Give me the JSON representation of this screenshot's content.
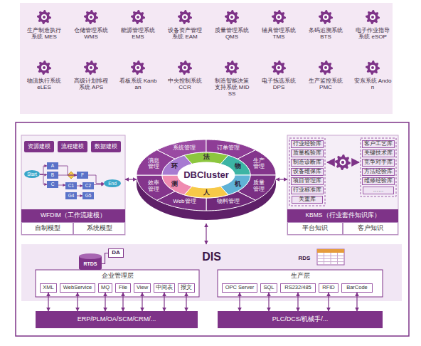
{
  "diagram": {
    "nodes": [
      {
        "text": [
          "生产制造执行系统 MES"
        ]
      },
      {
        "text": [
          "仓储管理系统 WMS"
        ]
      },
      {
        "text": [
          "能源管理系统 EMS"
        ]
      },
      {
        "text": [
          "设备资产管理系统 EAM"
        ]
      },
      {
        "text": [
          "质量管理系统 QMS"
        ]
      },
      {
        "text": [
          "辅具管理系统 TMS"
        ]
      },
      {
        "text": [
          "条码追溯系统 BTS"
        ]
      },
      {
        "text": [
          "电子作业指导系统 eSOP"
        ]
      },
      {
        "text": [
          "物流执行系统 eLES"
        ]
      },
      {
        "text": [
          "高级计划排程系统 APS"
        ]
      },
      {
        "text": [
          "看板系统 Kanban"
        ]
      },
      {
        "text": [
          "中央控制系统 CCR"
        ]
      },
      {
        "text": [
          "制造智能决策支持系统 MIDSS"
        ]
      },
      {
        "text": [
          "电子拣选系统 DPS"
        ]
      },
      {
        "text": [
          "生产监控系统 PMC"
        ]
      },
      {
        "text": [
          "安东系统 Andon"
        ]
      },
      {
        "text": [
          "WFDIM（工作流建模）"
        ]
      },
      {
        "text": [
          "资源建模"
        ],
        "in": 16
      },
      {
        "text": [
          "流程建模"
        ],
        "in": 16
      },
      {
        "text": [
          "数据建模"
        ],
        "in": 16
      },
      {
        "text": [
          "Start"
        ],
        "in": 16
      },
      {
        "text": [
          "A"
        ],
        "in": 16
      },
      {
        "text": [
          "B"
        ],
        "in": 16
      },
      {
        "text": [
          "C"
        ],
        "in": 16
      },
      {
        "text": [
          "F"
        ],
        "in": 16
      },
      {
        "text": [
          "C1"
        ],
        "in": 16
      },
      {
        "text": [
          "C2"
        ],
        "in": 16
      },
      {
        "text": [
          "G4"
        ],
        "in": 16
      },
      {
        "text": [
          "G5"
        ],
        "in": 16
      },
      {
        "text": [
          "End"
        ],
        "in": 16
      },
      {
        "text": [
          "自制模型"
        ],
        "in": 16
      },
      {
        "text": [
          "系统模型"
        ],
        "in": 16
      },
      {
        "text": [
          "DBCluster"
        ]
      },
      {
        "text": [
          "系统管理"
        ],
        "in": 32
      },
      {
        "text": [
          "订单管理"
        ],
        "in": 32
      },
      {
        "text": [
          "生产管理"
        ],
        "in": 32
      },
      {
        "text": [
          "质量管理"
        ],
        "in": 32
      },
      {
        "text": [
          "物料管理"
        ],
        "in": 32
      },
      {
        "text": [
          "Web管理"
        ],
        "in": 32
      },
      {
        "text": [
          "效率管理"
        ],
        "in": 32
      },
      {
        "text": [
          "消息管理"
        ],
        "in": 32
      },
      {
        "text": [
          "法"
        ],
        "in": 32
      },
      {
        "text": [
          "物"
        ],
        "in": 32
      },
      {
        "text": [
          "机"
        ],
        "in": 32
      },
      {
        "text": [
          "人"
        ],
        "in": 32
      },
      {
        "text": [
          "测"
        ],
        "in": 32
      },
      {
        "text": [
          "环"
        ],
        "in": 32
      },
      {
        "text": [
          "KBMS（行业套件知识库）"
        ]
      },
      {
        "text": [
          "行业经验库"
        ],
        "in": 47
      },
      {
        "text": [
          "质量检验库"
        ],
        "in": 47
      },
      {
        "text": [
          "制造诊断库"
        ],
        "in": 47
      },
      {
        "text": [
          "设备维保库"
        ],
        "in": 47
      },
      {
        "text": [
          "项目管理库"
        ],
        "in": 47
      },
      {
        "text": [
          "行业标准库"
        ],
        "in": 47
      },
      {
        "text": [
          "关重库"
        ],
        "in": 47
      },
      {
        "text": [
          "客户工艺库"
        ],
        "in": 47
      },
      {
        "text": [
          "关键技术库"
        ],
        "in": 47
      },
      {
        "text": [
          "竞争对手库"
        ],
        "in": 47
      },
      {
        "text": [
          "方法经验库"
        ],
        "in": 47
      },
      {
        "text": [
          "维修经验库"
        ],
        "in": 47
      },
      {
        "text": [
          "……"
        ],
        "in": 47
      },
      {
        "text": [
          "平台知识"
        ],
        "in": 47
      },
      {
        "text": [
          "客户知识"
        ],
        "in": 47
      },
      {
        "text": [
          "DIS"
        ]
      },
      {
        "text": [
          "RTDS"
        ],
        "in": 63
      },
      {
        "text": [
          "DA"
        ],
        "in": 63
      },
      {
        "text": [
          "RDS"
        ],
        "in": 63
      },
      {
        "text": [
          "企业管理层"
        ],
        "in": 63
      },
      {
        "text": [
          "XML"
        ],
        "in": 67
      },
      {
        "text": [
          "WebService"
        ],
        "in": 67
      },
      {
        "text": [
          "MQ"
        ],
        "in": 67
      },
      {
        "text": [
          "File"
        ],
        "in": 67
      },
      {
        "text": [
          "View"
        ],
        "in": 67
      },
      {
        "text": [
          "中间表"
        ],
        "in": 67
      },
      {
        "text": [
          "报文"
        ],
        "in": 67
      },
      {
        "text": [
          "生产层"
        ],
        "in": 63
      },
      {
        "text": [
          "OPC Server"
        ],
        "in": 75
      },
      {
        "text": [
          "SQL"
        ],
        "in": 75
      },
      {
        "text": [
          "RS232/485"
        ],
        "in": 75
      },
      {
        "text": [
          "RFID"
        ],
        "in": 75
      },
      {
        "text": [
          "BarCode"
        ],
        "in": 75
      },
      {
        "text": [
          "ERP/PLM/OA/SCM/CRM/..."
        ]
      },
      {
        "text": [
          "PLC/DCS/机械手/..."
        ]
      }
    ],
    "edges": [
      {
        "from": 20,
        "to": 21,
        "arrow": "to"
      },
      {
        "from": 20,
        "to": 22,
        "arrow": "to"
      },
      {
        "from": 20,
        "to": 23,
        "arrow": "to"
      },
      {
        "from": 21,
        "to": 24,
        "arrow": "to"
      },
      {
        "from": 22,
        "to": 24,
        "arrow": "to"
      },
      {
        "from": 23,
        "to": 25,
        "arrow": "to"
      },
      {
        "from": 25,
        "to": 26,
        "arrow": "to"
      },
      {
        "from": 26,
        "to": 29,
        "arrow": "to"
      },
      {
        "from": 24,
        "to": 29,
        "arrow": "to"
      },
      {
        "from": 27,
        "to": 28,
        "arrow": "to"
      },
      {
        "from": 16,
        "to": 32,
        "arrow": "both"
      },
      {
        "from": 32,
        "to": 47,
        "arrow": "both"
      },
      {
        "from": 32,
        "to": 63,
        "arrow": "both"
      },
      {
        "from": 64,
        "to": 65,
        "arrow": "none"
      },
      {
        "from": 68,
        "to": 81,
        "arrow": "both"
      },
      {
        "from": 69,
        "to": 81,
        "arrow": "both"
      },
      {
        "from": 70,
        "to": 81,
        "arrow": "both"
      },
      {
        "from": 71,
        "to": 81,
        "arrow": "both"
      },
      {
        "from": 72,
        "to": 81,
        "arrow": "both"
      },
      {
        "from": 73,
        "to": 81,
        "arrow": "both"
      },
      {
        "from": 74,
        "to": 81,
        "arrow": "both"
      },
      {
        "from": 76,
        "to": 82,
        "arrow": "both"
      },
      {
        "from": 77,
        "to": 82,
        "arrow": "both"
      },
      {
        "from": 78,
        "to": 82,
        "arrow": "both"
      },
      {
        "from": 79,
        "to": 82,
        "arrow": "both"
      },
      {
        "from": 80,
        "to": 82,
        "arrow": "both"
      }
    ]
  }
}
